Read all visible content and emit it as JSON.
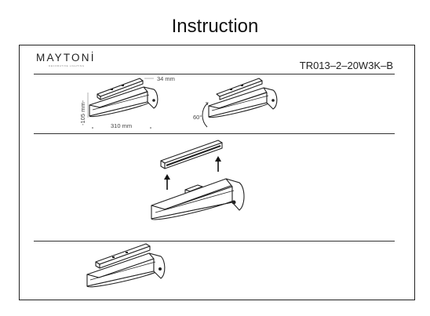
{
  "header": {
    "title": "Instruction"
  },
  "brand": {
    "name": "MAYTONİ",
    "tagline": "DECORATIVE LIGHTING"
  },
  "model": {
    "code": "TR013–2–20W3K–B"
  },
  "dimensions": {
    "depth": "34 mm",
    "height": "-105 mm-",
    "length": "310 mm",
    "angle": "60°"
  }
}
